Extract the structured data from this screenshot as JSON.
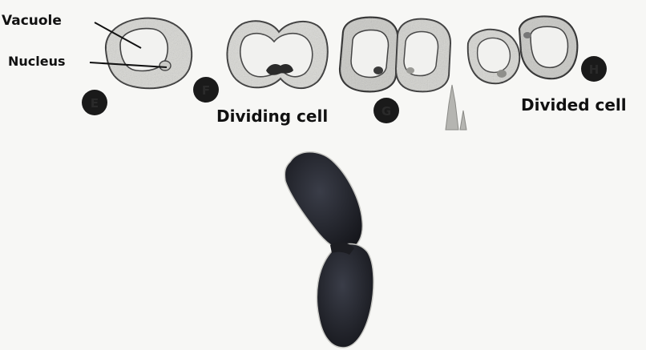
{
  "labels": {
    "vacuole": "Vacuole",
    "nucleus": "Nucleus",
    "dividing_cell": "Dividing cell",
    "divided_cell": "Divided cell"
  },
  "stages": {
    "e": "E",
    "f": "F",
    "g": "G",
    "h": "H"
  },
  "colors": {
    "background": "#f7f7f5",
    "cell_fill": "#d4d4d1",
    "cell_outline": "#3a3a3a",
    "vacuole_fill": "#f3f3f1",
    "badge": "#1a1a1a",
    "budding_cell": "#1f2128"
  }
}
